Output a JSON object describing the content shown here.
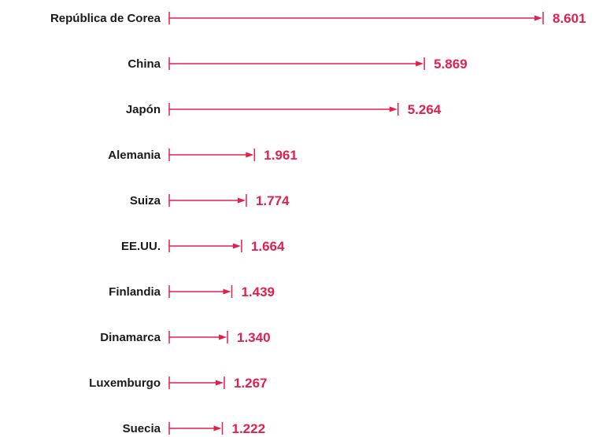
{
  "chart_data": {
    "type": "bar",
    "categories": [
      "República de Corea",
      "China",
      "Japón",
      "Alemania",
      "Suiza",
      "EE.UU.",
      "Finlandia",
      "Dinamarca",
      "Luxemburgo",
      "Suecia"
    ],
    "values": [
      8601,
      5869,
      5264,
      1961,
      1774,
      1664,
      1439,
      1340,
      1267,
      1222
    ],
    "value_labels": [
      "8.601",
      "5.869",
      "5.264",
      "1.961",
      "1.774",
      "1.664",
      "1.439",
      "1.340",
      "1.267",
      "1.222"
    ],
    "title": "",
    "xlabel": "",
    "ylabel": "",
    "xlim": [
      0,
      8601
    ],
    "grid": false,
    "legend": "none",
    "colors": {
      "mark": "#e0204f",
      "text": "#1a1a1a",
      "background": "#ffffff"
    }
  }
}
